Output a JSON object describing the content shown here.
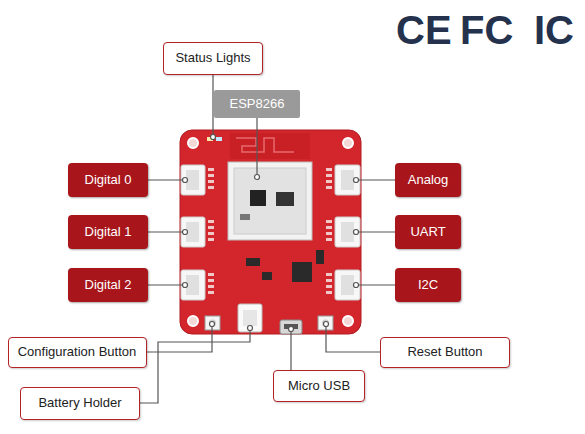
{
  "diagram": {
    "nodes": [
      {
        "text": [
          "Status Lights"
        ]
      },
      {
        "text": [
          "ESP8266"
        ]
      },
      {
        "text": [
          "Digital 0"
        ]
      },
      {
        "text": [
          "Analog"
        ]
      },
      {
        "text": [
          "Digital 1"
        ]
      },
      {
        "text": [
          "UART"
        ]
      },
      {
        "text": [
          "Digital 2"
        ]
      },
      {
        "text": [
          "I2C"
        ]
      },
      {
        "text": [
          "Configuration Button"
        ]
      },
      {
        "text": [
          "Reset Button"
        ]
      },
      {
        "text": [
          "Micro USB"
        ]
      },
      {
        "text": [
          "Battery Holder"
        ]
      }
    ],
    "labels": [
      "CE",
      "FC",
      "IC"
    ]
  }
}
